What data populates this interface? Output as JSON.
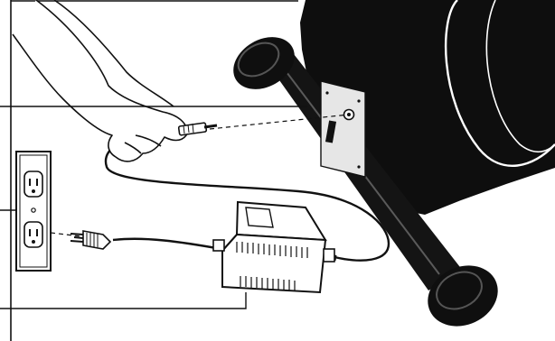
{
  "figure": {
    "type": "assembly-illustration",
    "elements": {
      "hand": "hand-with-plug",
      "wall_outlet": "duplex-wall-outlet",
      "power_cord_plug": "three-prong-plug",
      "adapter": "ac-power-adapter",
      "bike_base": "exercise-bike-rear-stabilizer",
      "bike_housing": "flywheel-housing",
      "power_jack": "power-jack-panel"
    },
    "callouts": 3,
    "colors": {
      "ink": "#111111",
      "paper": "#ffffff",
      "panel": "#e6e6e6",
      "shadow": "#333333"
    }
  }
}
